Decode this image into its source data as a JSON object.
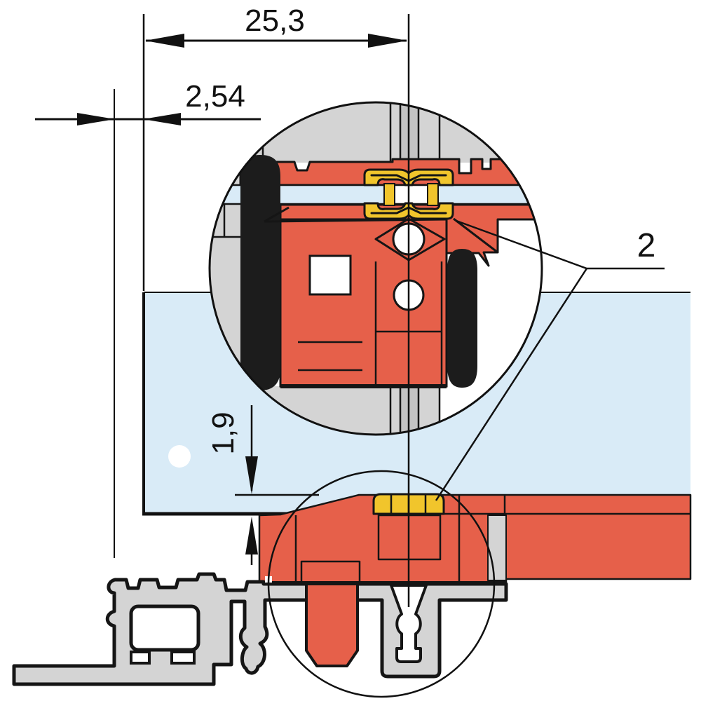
{
  "diagram": {
    "type": "technical-cross-section-detail",
    "dimensions": {
      "total_width": {
        "value": "25,3"
      },
      "offset": {
        "value": "2,54"
      },
      "protrusion": {
        "value": "1,9"
      },
      "callout": {
        "value": "2"
      }
    },
    "palette": {
      "profile_orange": "#e6604a",
      "clip_yellow": "#f1c52c",
      "glass_blue": "#d9ebf7",
      "aluminium_gray": "#d4d4d4",
      "aluminium_gray_dark": "#c3c3c3",
      "gasket_black": "#1c1c1c",
      "line_black": "#111111",
      "background": "#ffffff"
    },
    "parts": {
      "large_detail": "magnified-glass-joint-detail",
      "small_detail": "bottom-rail-joint-region",
      "callout_target": "glass-joint-clip"
    }
  }
}
